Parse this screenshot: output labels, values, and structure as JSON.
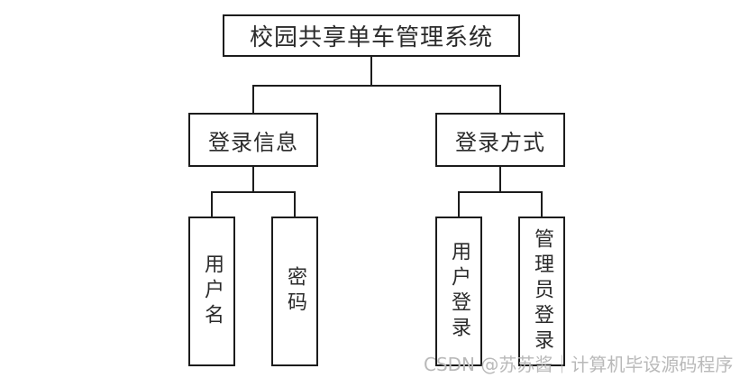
{
  "diagram": {
    "type": "tree",
    "title_node": {
      "id": "root",
      "label": "校园共享单车管理系统"
    },
    "level2": [
      {
        "id": "login-info",
        "label": "登录信息"
      },
      {
        "id": "login-method",
        "label": "登录方式"
      }
    ],
    "leaves": [
      {
        "id": "username",
        "label": "用户名",
        "parent": "login-info"
      },
      {
        "id": "password",
        "label": "密码",
        "parent": "login-info"
      },
      {
        "id": "user-login",
        "label": "用户登录",
        "parent": "login-method"
      },
      {
        "id": "admin-login",
        "label": "管理员登录",
        "parent": "login-method"
      }
    ]
  },
  "watermark": {
    "text": "CSDN @苏苏酱｜计算机毕设源码程序"
  },
  "colors": {
    "stroke": "#1c1c1c",
    "text": "#2b2b2b",
    "background": "#ffffff",
    "watermark": "#b9b9b9"
  }
}
